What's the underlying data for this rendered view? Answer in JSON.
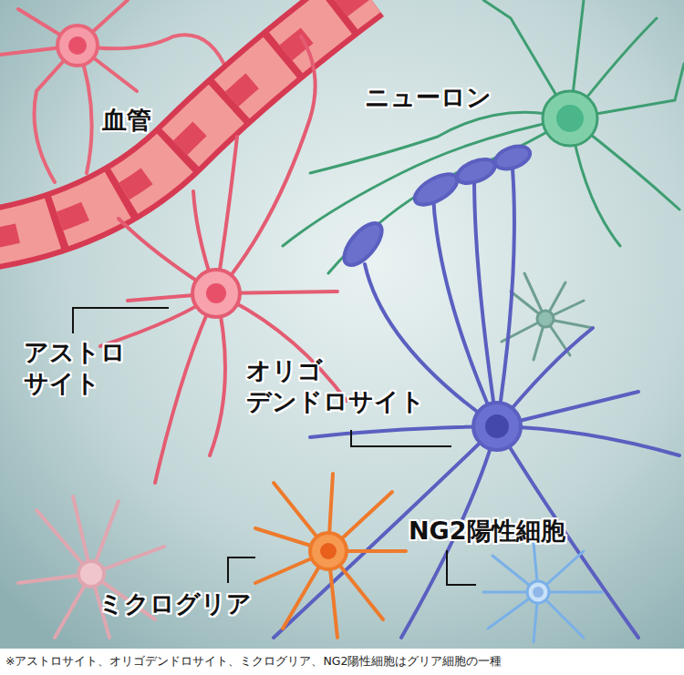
{
  "diagram": {
    "caption": "※アストロサイト、オリゴデンドロサイト、ミクログリア、NG2陽性細胞はグリア細胞の一種",
    "labels": [
      "血管",
      "ニューロン",
      "アストロ サイト",
      "オリゴ デンドロサイト",
      "NG2陽性細胞",
      "ミクログリア"
    ]
  }
}
